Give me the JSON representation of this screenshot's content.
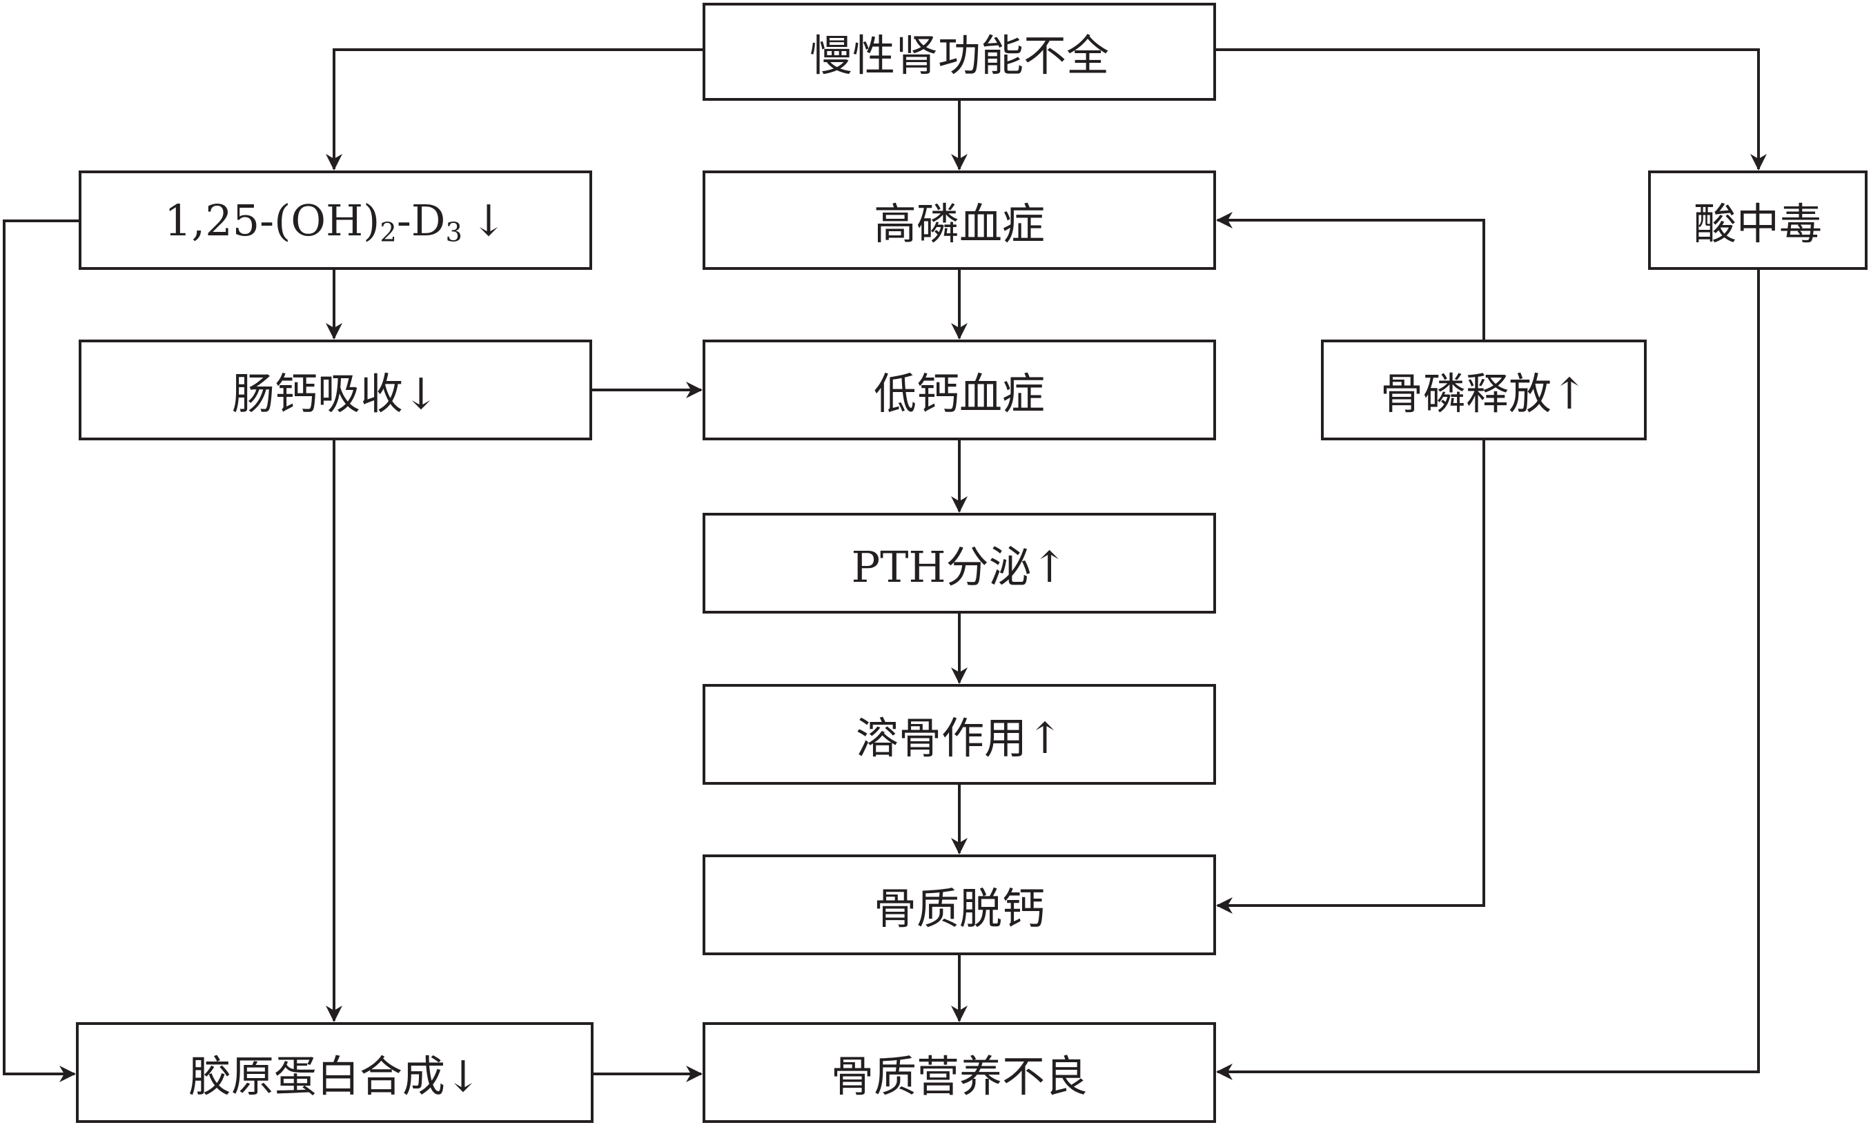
{
  "boxes": {
    "ckd": {
      "text": "慢性肾功能不全"
    },
    "vitd": {
      "prefix": "1,25-(OH)",
      "sub1": "2",
      "mid": "-D",
      "sub2": "3",
      "arrow": "↓"
    },
    "hyperphos": {
      "text": "高磷血症"
    },
    "acidosis": {
      "text": "酸中毒"
    },
    "intestinal_ca": {
      "text": "肠钙吸收↓"
    },
    "hypocalcemia": {
      "text": "低钙血症"
    },
    "bone_p_release": {
      "text": "骨磷释放↑"
    },
    "pth": {
      "text": "PTH分泌↑"
    },
    "osteolysis": {
      "text": "溶骨作用↑"
    },
    "decalcification": {
      "text": "骨质脱钙"
    },
    "collagen": {
      "text": "胶原蛋白合成↓"
    },
    "osteodystrophy": {
      "text": "骨质营养不良"
    }
  },
  "line_color": "#231f20"
}
